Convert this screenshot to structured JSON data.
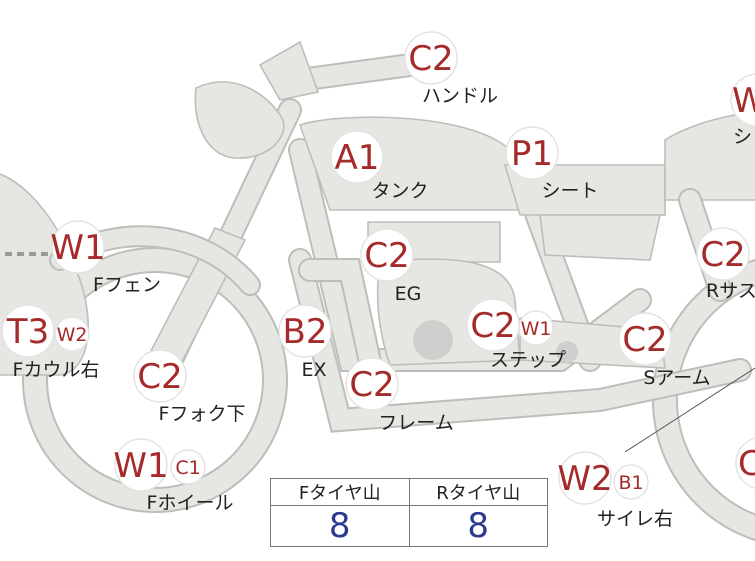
{
  "parts": [
    {
      "code": "C2",
      "sub": "",
      "label": "ハンドル"
    },
    {
      "code": "A1",
      "sub": "",
      "label": "タンク"
    },
    {
      "code": "P1",
      "sub": "",
      "label": "シート"
    },
    {
      "code": "C2",
      "sub": "",
      "label": "EG"
    },
    {
      "code": "W1",
      "sub": "",
      "label": "Fフェン"
    },
    {
      "code": "T3",
      "sub": "W2",
      "label": "Fカウル右"
    },
    {
      "code": "B2",
      "sub": "",
      "label": "EX"
    },
    {
      "code": "C2",
      "sub": "W1",
      "label": "ステップ"
    },
    {
      "code": "C2",
      "sub": "",
      "label": "Sアーム"
    },
    {
      "code": "C2",
      "sub": "",
      "label": "Fフォク下"
    },
    {
      "code": "C2",
      "sub": "",
      "label": "フレーム"
    },
    {
      "code": "W1",
      "sub": "C1",
      "label": "Fホイール"
    },
    {
      "code": "W2",
      "sub": "B1",
      "label": "サイレ右"
    },
    {
      "code": "C2",
      "sub": "",
      "label": "Rサス"
    },
    {
      "code": "W",
      "sub": "",
      "label": "シ"
    },
    {
      "code": "C",
      "sub": "",
      "label": ""
    }
  ],
  "tire_table": {
    "headers": [
      "Fタイヤ山",
      "Rタイヤ山"
    ],
    "values": [
      "8",
      "8"
    ]
  }
}
